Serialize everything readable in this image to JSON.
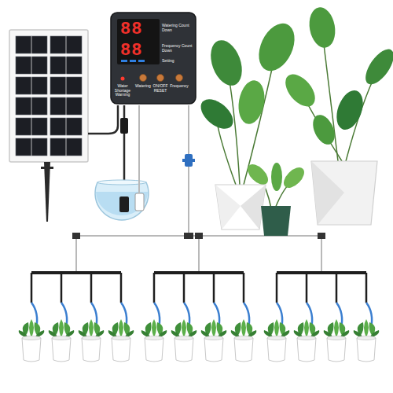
{
  "diagram": {
    "nodes": [
      {
        "text": [
          "88",
          "88",
          "Watering Count Down",
          "Frequency Count Down",
          "Setting",
          "Water Shortage Warning",
          "Watering",
          "ON/OFF RESET",
          "Frequency"
        ]
      }
    ]
  }
}
